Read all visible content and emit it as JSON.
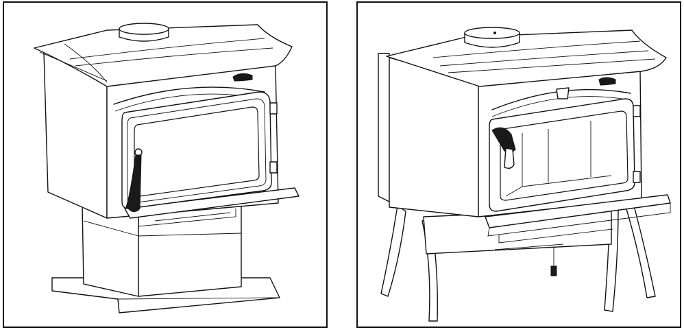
{
  "figure": {
    "panels": [
      {
        "id": "left",
        "subject": "pedestal-base-stove-drawing"
      },
      {
        "id": "right",
        "subject": "leg-base-stove-drawing"
      }
    ],
    "colors": {
      "line": "#111111",
      "background": "#ffffff",
      "handle": "#1a1a1a"
    }
  }
}
